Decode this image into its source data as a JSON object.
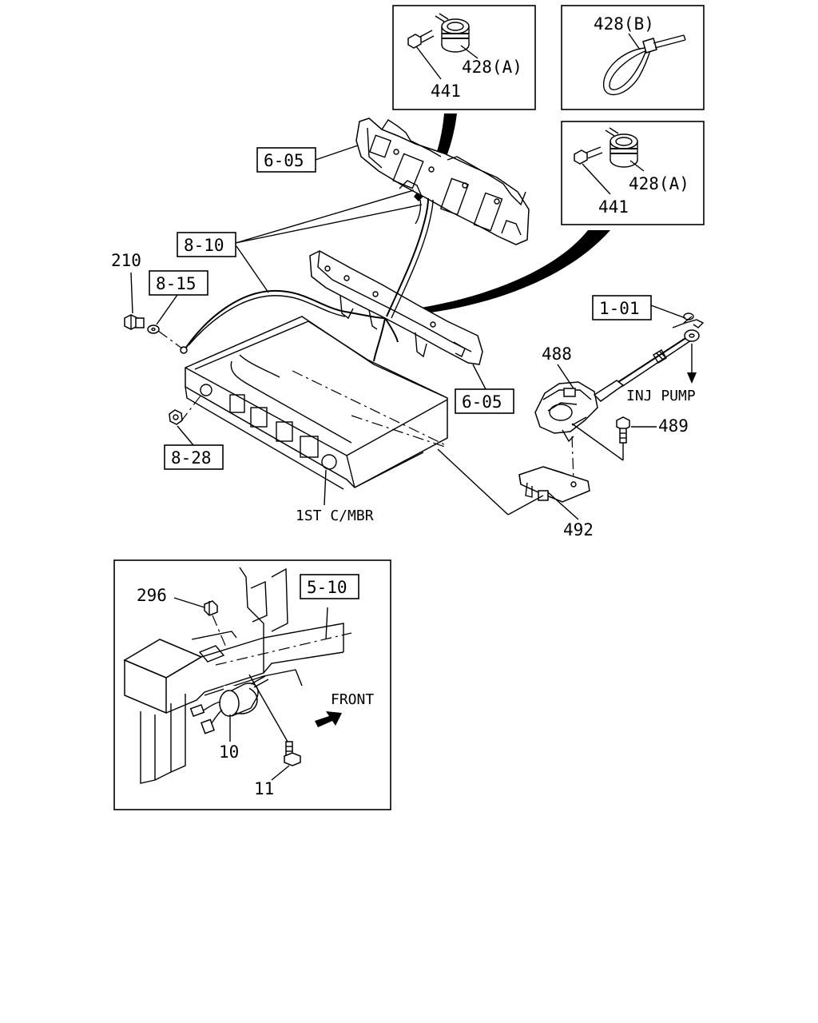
{
  "labels": {
    "ref_6_05_top": "6-05",
    "ref_8_10": "8-10",
    "ref_8_15": "8-15",
    "ref_6_05_bottom": "6-05",
    "ref_8_28": "8-28",
    "ref_1_01": "1-01",
    "ref_5_10": "5-10",
    "p210": "210",
    "p441_a": "441",
    "p428a_a": "428(A)",
    "p428b": "428(B)",
    "p441_b": "441",
    "p428a_b": "428(A)",
    "p488": "488",
    "p489": "489",
    "p492": "492",
    "p296": "296",
    "p10": "10",
    "p11": "11",
    "inj_pump": "INJ PUMP",
    "first_cmbr": "1ST C/MBR",
    "front": "FRONT"
  }
}
